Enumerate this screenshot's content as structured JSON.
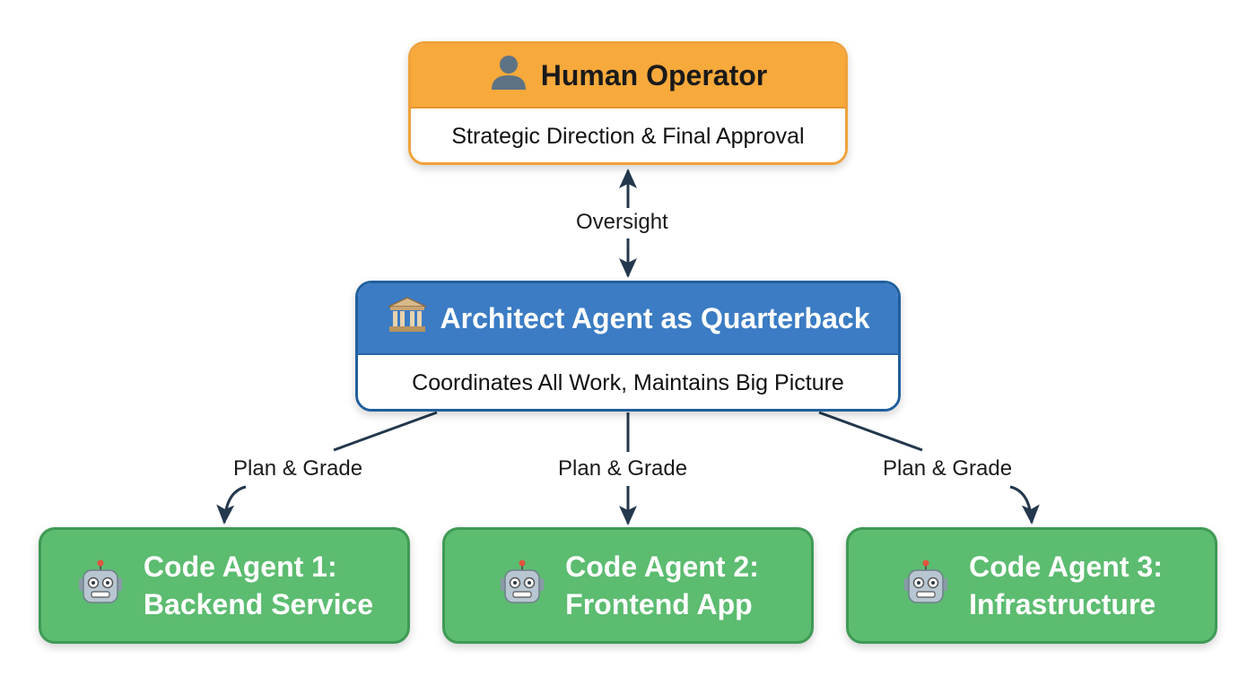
{
  "human_operator": {
    "title": "Human Operator",
    "subtitle": "Strategic Direction & Final Approval",
    "icon": "person-icon",
    "color": "#f7a93b"
  },
  "oversight_label": "Oversight",
  "architect": {
    "title": "Architect Agent as Quarterback",
    "subtitle": "Coordinates All Work, Maintains Big Picture",
    "icon": "classical-building-icon",
    "color": "#3b7cc4"
  },
  "edge_labels": {
    "plan_1": "Plan & Grade",
    "plan_2": "Plan & Grade",
    "plan_3": "Plan & Grade"
  },
  "code_agents": [
    {
      "line1": "Code Agent 1:",
      "line2": "Backend Service",
      "icon": "robot-icon"
    },
    {
      "line1": "Code Agent 2:",
      "line2": "Frontend App",
      "icon": "robot-icon"
    },
    {
      "line1": "Code Agent 3:",
      "line2": "Infrastructure",
      "icon": "robot-icon"
    }
  ],
  "colors": {
    "agent_green": "#5cbc70",
    "edge": "#23384d"
  }
}
